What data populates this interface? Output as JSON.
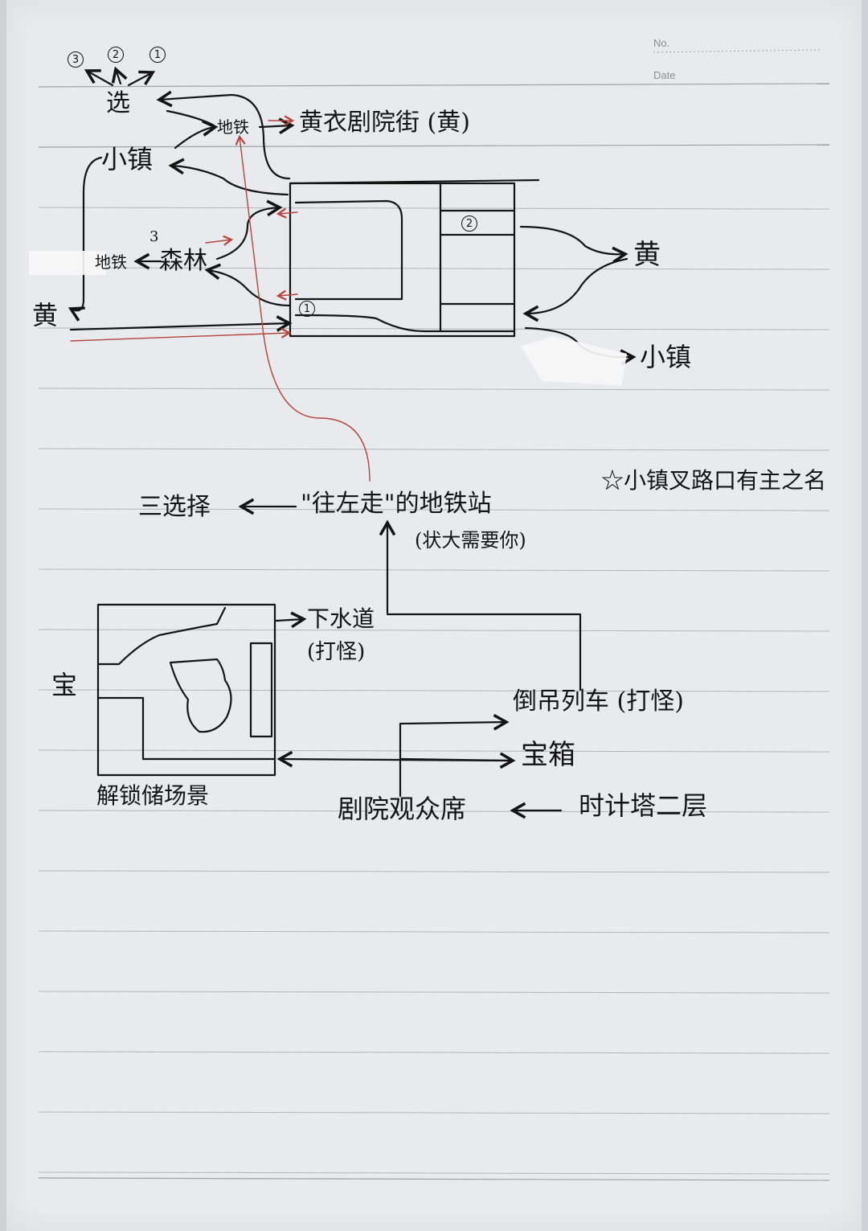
{
  "header": {
    "no_label": "No.",
    "date_label": "Date"
  },
  "top_map": {
    "choice_nums": [
      "3",
      "2",
      "1"
    ],
    "xuan": "选",
    "subway": "地铁",
    "street": "黄衣剧院街 (黄)",
    "town": "小镇",
    "forest_num": "3",
    "forest_subway": "地铁",
    "forest": "森林",
    "yellow_left": "黄",
    "room_num_1": "1",
    "room_num_2": "2",
    "yellow_right": "黄",
    "town_right": "小镇"
  },
  "notes": {
    "star_note": "小镇叉路口有主之名",
    "three_choice": "三选择",
    "left_station": "\"往左走\"的地铁站",
    "paren_note": "(状大需要你)"
  },
  "bottom_map": {
    "treasure": "宝",
    "sewer": "下水道",
    "sewer_fight": "(打怪)",
    "hanging_train": "倒吊列车 (打怪)",
    "chest": "宝箱",
    "unlock_scene": "解锁储场景",
    "theater_seats": "剧院观众席",
    "clock_tower": "时计塔二层"
  },
  "colors": {
    "paper": "#e9eaed",
    "ruling": "#9ea2a8",
    "ink": "#141414",
    "red_ink": "#b3443e"
  }
}
